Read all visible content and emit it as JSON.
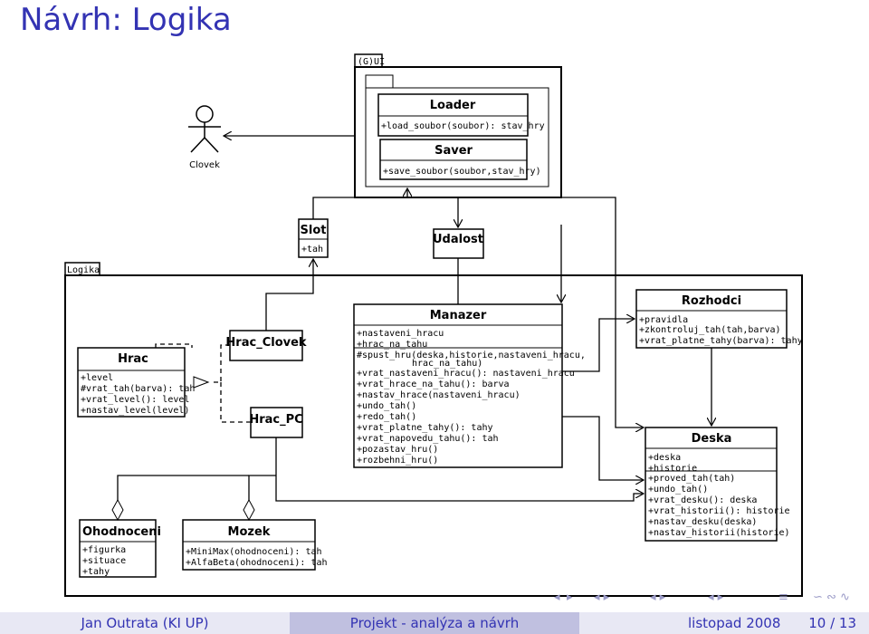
{
  "slide": {
    "title": "Návrh: Logika"
  },
  "diagram": {
    "gui_package": "(G)UI",
    "logika_package": "Logika",
    "actor": "Clovek",
    "loader": {
      "name": "Loader",
      "members": [
        "+load_soubor(soubor): stav_hry"
      ]
    },
    "saver": {
      "name": "Saver",
      "members": [
        "+save_soubor(soubor,stav_hry)"
      ]
    },
    "slot": {
      "name": "Slot",
      "members": [
        "+tah"
      ]
    },
    "udalost": {
      "name": "Udalost"
    },
    "hrac": {
      "name": "Hrac",
      "members": [
        "+level",
        "#vrat_tah(barva): tah",
        "+vrat_level(): level",
        "+nastav_level(level)"
      ]
    },
    "hrac_clovek": {
      "name": "Hrac_Clovek"
    },
    "hrac_pc": {
      "name": "Hrac_PC"
    },
    "manazer": {
      "name": "Manazer",
      "members": [
        "+nastaveni_hracu",
        "+hrac_na_tahu",
        "#spust_hru(deska,historie,nastaveni_hracu,",
        "hrac_na_tahu)",
        "+vrat_nastaveni_hracu(): nastaveni_hracu",
        "+vrat_hrace_na_tahu(): barva",
        "+nastav_hrace(nastaveni_hracu)",
        "+undo_tah()",
        "+redo_tah()",
        "+vrat_platne_tahy(): tahy",
        "+vrat_napovedu_tahu(): tah",
        "+pozastav_hru()",
        "+rozbehni_hru()"
      ]
    },
    "rozhodci": {
      "name": "Rozhodci",
      "members": [
        "+pravidla",
        "+zkontroluj_tah(tah,barva)",
        "+vrat_platne_tahy(barva): tahy"
      ]
    },
    "deska": {
      "name": "Deska",
      "members": [
        "+deska",
        "+historie",
        "+proved_tah(tah)",
        "+undo_tah()",
        "+vrat_desku(): deska",
        "+vrat_historii(): historie",
        "+nastav_desku(deska)",
        "+nastav_historii(historie)"
      ]
    },
    "ohodnoceni": {
      "name": "Ohodnoceni",
      "members": [
        "+figurka",
        "+situace",
        "+tahy"
      ]
    },
    "mozek": {
      "name": "Mozek",
      "members": [
        "+MiniMax(ohodnoceni): tah",
        "+AlfaBeta(ohodnoceni): tah"
      ]
    }
  },
  "footer": {
    "author": "Jan Outrata  (KI UP)",
    "topic": "Projekt - analýza a návrh",
    "date": "listopad 2008",
    "page": "10 / 13"
  },
  "nav": {
    "first": "◂",
    "prev": "▸",
    "frame": "◂ ▸",
    "section": "◂ ▸",
    "subsection": "◂ ▸",
    "align": "≡",
    "find": "∽ ∾ ∿"
  }
}
